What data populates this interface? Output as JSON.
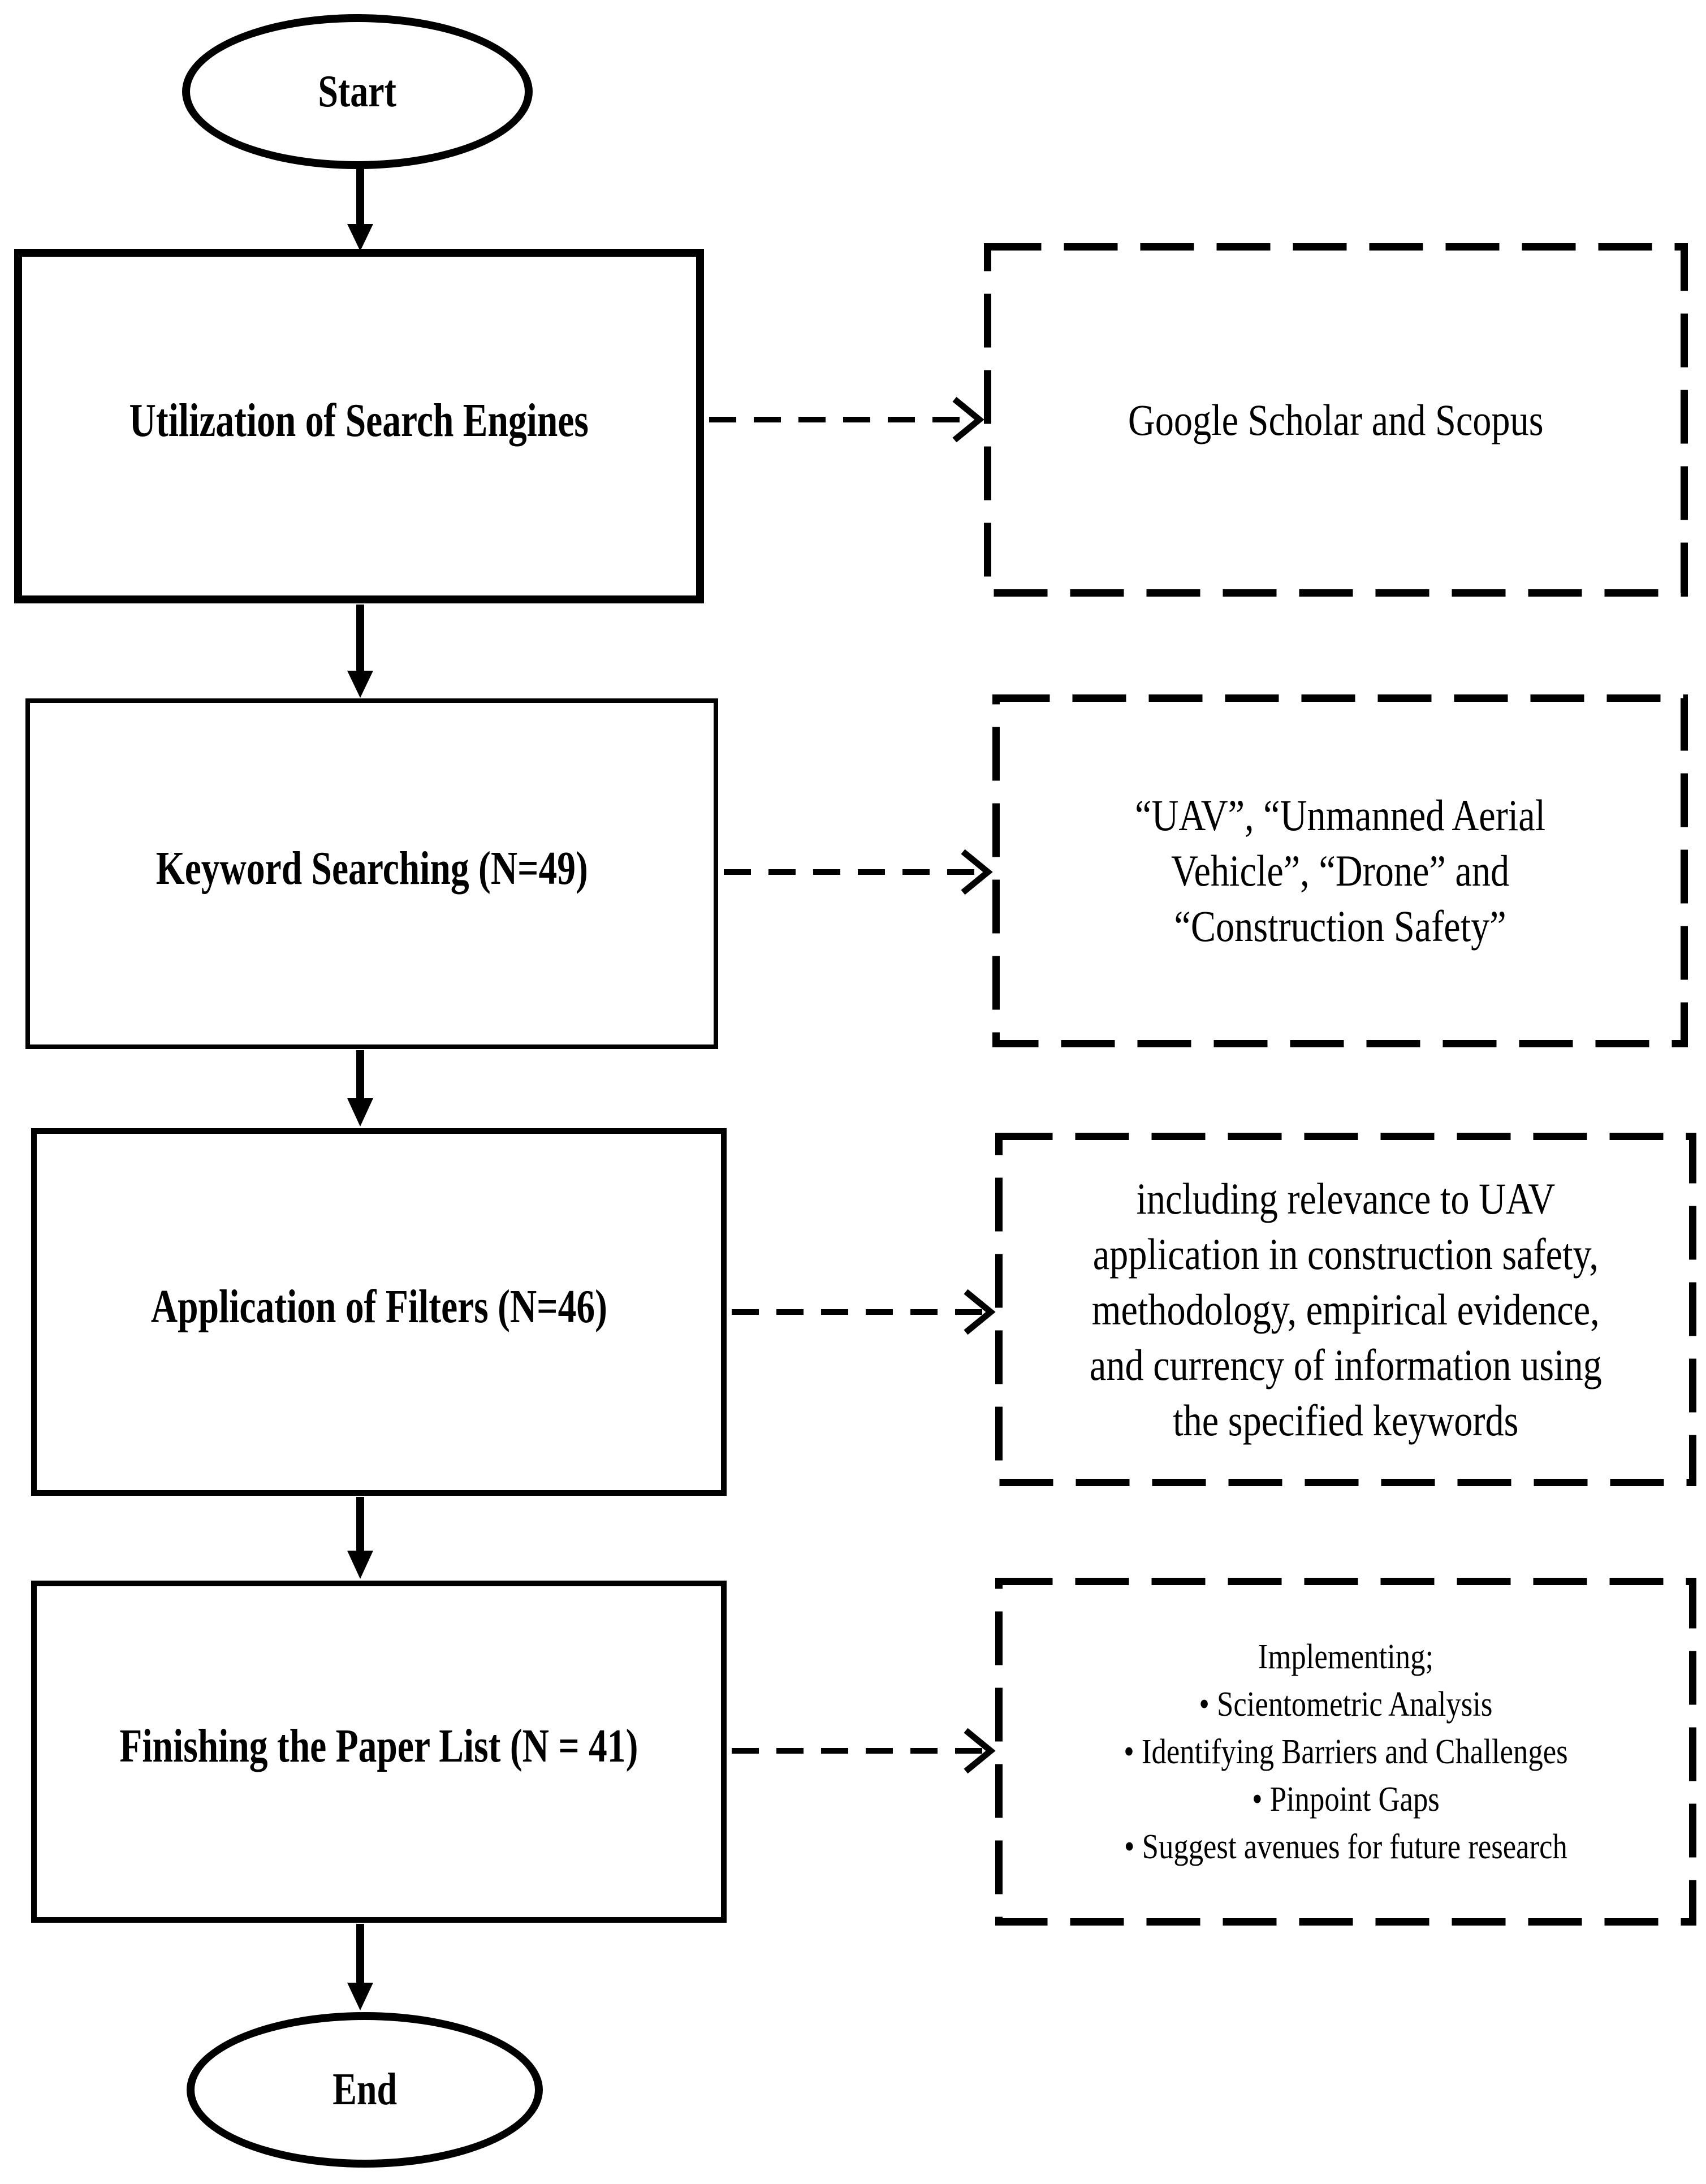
{
  "page": {
    "background": "#ffffff",
    "ink": "#000000"
  },
  "flowchart": {
    "start_label": "Start",
    "end_label": "End",
    "steps": [
      {
        "label": "Utilization of Search Engines",
        "annotation_lines": [
          "Google Scholar and Scopus"
        ]
      },
      {
        "label": "Keyword Searching (N=49)",
        "annotation_lines": [
          "“UAV”, “Unmanned Aerial",
          "Vehicle”, “Drone” and",
          "“Construction Safety”"
        ]
      },
      {
        "label": "Application of Filters (N=46)",
        "annotation_lines": [
          "including relevance to UAV",
          "application in construction safety,",
          "methodology, empirical evidence,",
          "and currency of information using",
          "the specified keywords"
        ]
      },
      {
        "label": "Finishing the Paper List (N = 41)",
        "annotation_lines": [
          "Implementing;",
          "• Scientometric Analysis",
          "• Identifying Barriers and Challenges",
          "• Pinpoint Gaps",
          "• Suggest avenues for future research"
        ]
      }
    ]
  }
}
